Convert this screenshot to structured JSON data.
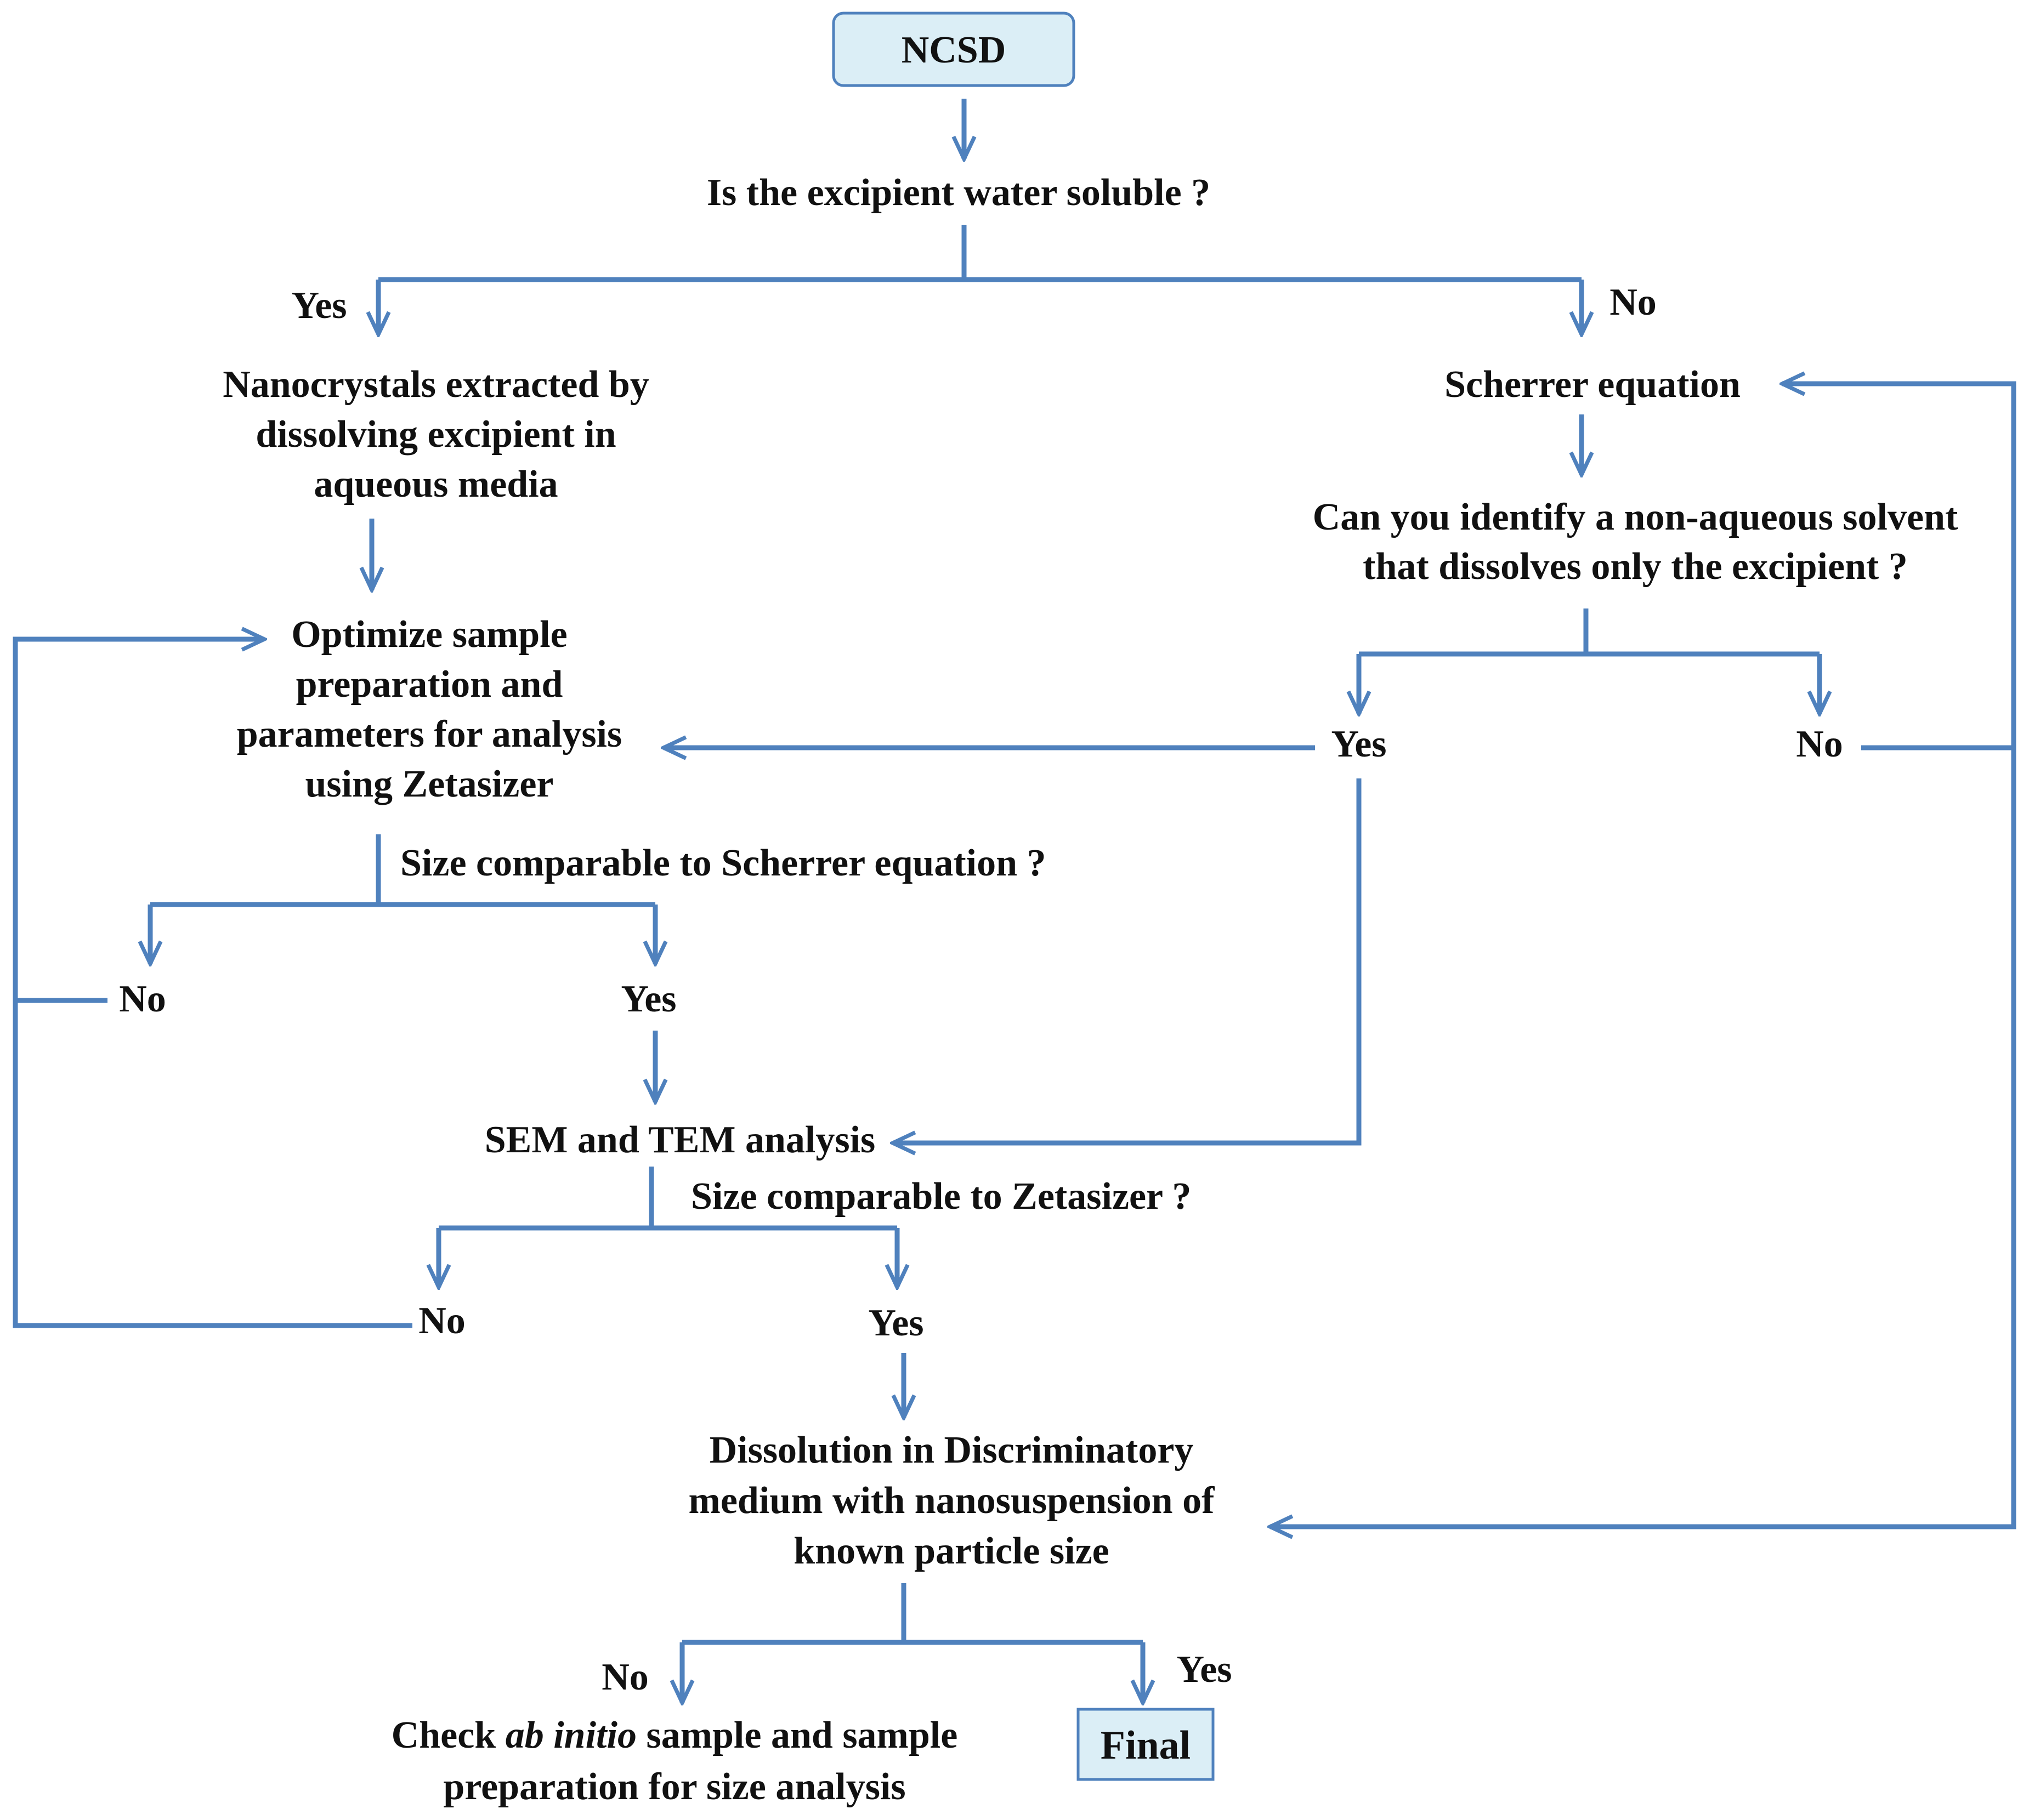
{
  "nodes": {
    "start": "NCSD",
    "q_water_soluble": "Is the excipient water soluble ?",
    "yes_1": "Yes",
    "no_1": "No",
    "extracted": [
      "Nanocrystals extracted by",
      "dissolving excipient in",
      "aqueous media"
    ],
    "scherrer": "Scherrer equation",
    "q_solvent": [
      "Can you identify a non-aqueous solvent",
      "that dissolves only the excipient ?"
    ],
    "optimize": [
      "Optimize sample",
      "preparation and",
      "parameters for analysis",
      "using Zetasizer"
    ],
    "yes_2": "Yes",
    "no_2": "No",
    "q_size_scherrer": "Size comparable to Scherrer equation ?",
    "no_3": "No",
    "yes_3": "Yes",
    "sem_tem": "SEM and TEM analysis",
    "q_size_zeta": "Size comparable to Zetasizer ?",
    "no_4": "No",
    "yes_4": "Yes",
    "dissolution": [
      "Dissolution in Discriminatory",
      "medium with nanosuspension of",
      "known particle size"
    ],
    "no_5": "No",
    "yes_5": "Yes",
    "check_prefix": "Check ",
    "check_italic": "ab initio",
    "check_suffix": " sample and sample",
    "check_line2": "preparation for size analysis",
    "final": "Final"
  },
  "colors": {
    "connector": "#4f81bd",
    "box_fill": "#dbeef6",
    "text": "#111111"
  }
}
